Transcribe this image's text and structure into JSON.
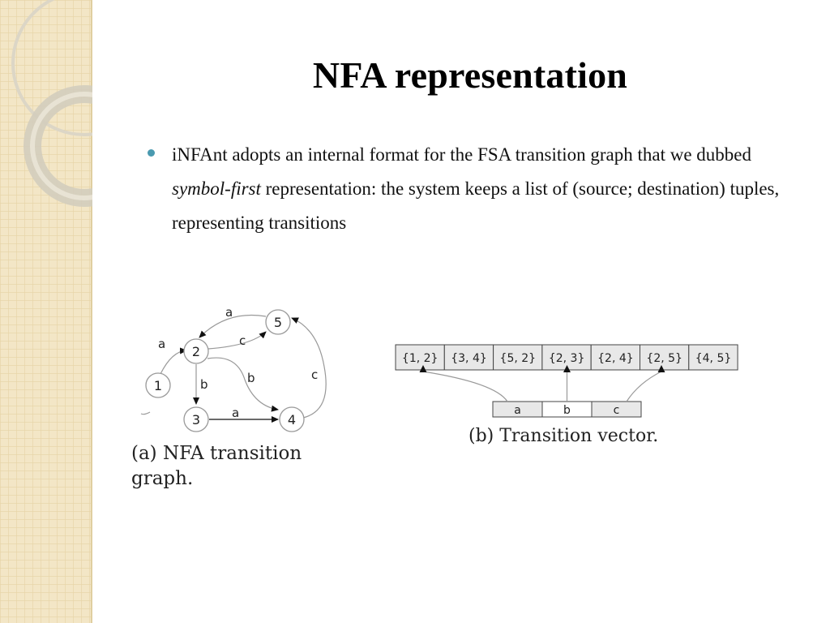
{
  "slide": {
    "title": "NFA representation",
    "bullet": {
      "part1": "iNFAnt adopts an internal format for the FSA transition graph that we dubbed ",
      "italic": "symbol-first",
      "part2": " representation: the system keeps a list of (source; destination) tuples, representing transitions"
    }
  },
  "figure_a": {
    "states": [
      "1",
      "2",
      "3",
      "4",
      "5"
    ],
    "edges": [
      {
        "from": "1",
        "to": "2",
        "label": "a"
      },
      {
        "from": "2",
        "to": "3",
        "label": "b"
      },
      {
        "from": "2",
        "to": "5",
        "label": "c"
      },
      {
        "from": "5",
        "to": "2",
        "label": "a"
      },
      {
        "from": "2",
        "to": "4",
        "label": "b"
      },
      {
        "from": "3",
        "to": "4",
        "label": "a"
      },
      {
        "from": "4",
        "to": "5",
        "label": "c"
      }
    ],
    "caption_line1": "(a)  NFA  transition",
    "caption_line2": "graph."
  },
  "figure_b": {
    "tuples": [
      "{1, 2}",
      "{3, 4}",
      "{5, 2}",
      "{2, 3}",
      "{2, 4}",
      "{2, 5}",
      "{4, 5}"
    ],
    "symbols": [
      "a",
      "b",
      "c"
    ],
    "caption": "(b)  Transition vector."
  },
  "colors": {
    "sidebar_bg": "#f3e6c6",
    "sidebar_grid": "#e6d3a5",
    "ring": "#d9d2c0",
    "bullet": "#4a9ab0",
    "cell_fill": "#e8e8e8"
  }
}
